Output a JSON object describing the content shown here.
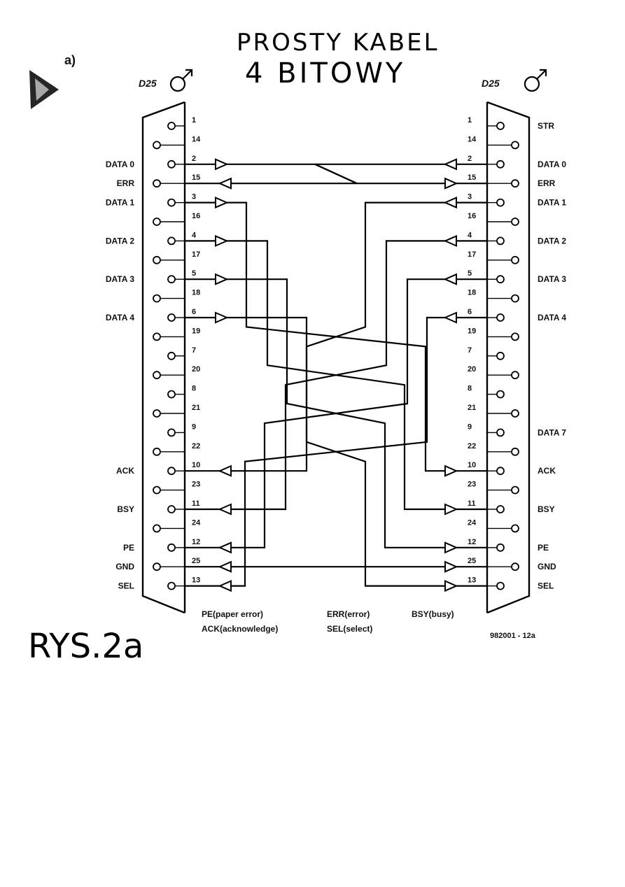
{
  "title_line1": "PROSTY KABEL",
  "title_line2": "4 BITOWY",
  "part_label": "a)",
  "figure_label": "RYS.2a",
  "left_connector": {
    "name": "D25",
    "gender_icon": "male-symbol-icon"
  },
  "right_connector": {
    "name": "D25",
    "gender_icon": "male-symbol-icon"
  },
  "left_pins": [
    "1",
    "14",
    "2",
    "15",
    "3",
    "16",
    "4",
    "17",
    "5",
    "18",
    "6",
    "19",
    "7",
    "20",
    "8",
    "21",
    "9",
    "22",
    "10",
    "23",
    "11",
    "24",
    "12",
    "25",
    "13"
  ],
  "right_pins": [
    "1",
    "14",
    "2",
    "15",
    "3",
    "16",
    "4",
    "17",
    "5",
    "18",
    "6",
    "19",
    "7",
    "20",
    "8",
    "21",
    "9",
    "22",
    "10",
    "23",
    "11",
    "24",
    "12",
    "25",
    "13"
  ],
  "left_signals": {
    "2": "DATA 0",
    "15": "ERR",
    "3": "DATA 1",
    "4": "DATA 2",
    "5": "DATA 3",
    "6": "DATA 4",
    "10": "ACK",
    "11": "BSY",
    "12": "PE",
    "25": "GND",
    "13": "SEL"
  },
  "right_signals": {
    "1": "STR",
    "2": "DATA 0",
    "15": "ERR",
    "3": "DATA 1",
    "4": "DATA 2",
    "5": "DATA 3",
    "6": "DATA 4",
    "9": "DATA 7",
    "10": "ACK",
    "11": "BSY",
    "12": "PE",
    "25": "GND",
    "13": "SEL"
  },
  "legend": {
    "pe": "PE(paper error)",
    "ack": "ACK(acknowledge)",
    "err": "ERR(error)",
    "sel": "SEL(select)",
    "bsy": "BSY(busy)"
  },
  "figure_code": "982001 - 12a",
  "wires": [
    {
      "from": "L2",
      "to": "R15",
      "direction": "right"
    },
    {
      "from": "R2",
      "to": "L15",
      "direction": "left"
    },
    {
      "from": "L3",
      "to": "R10",
      "direction": "right"
    },
    {
      "from": "L4",
      "to": "R11",
      "direction": "right"
    },
    {
      "from": "L5",
      "to": "R12",
      "direction": "right"
    },
    {
      "from": "L6",
      "to": "R13",
      "direction": "right"
    },
    {
      "from": "R3",
      "to": "L10",
      "direction": "left"
    },
    {
      "from": "R4",
      "to": "L11",
      "direction": "left"
    },
    {
      "from": "R5",
      "to": "L12",
      "direction": "left"
    },
    {
      "from": "R6",
      "to": "L13",
      "direction": "left"
    },
    {
      "from": "L25",
      "to": "R25",
      "direction": "both"
    }
  ],
  "colors": {
    "ink": "#000000",
    "paper": "#ffffff"
  }
}
